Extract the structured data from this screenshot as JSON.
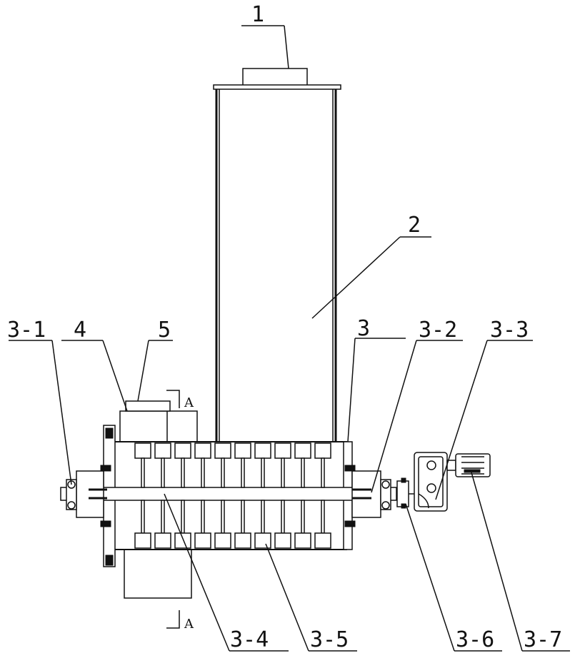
{
  "labels": {
    "l1": "1",
    "l2": "2",
    "l3": "3",
    "l3_1": "3-1",
    "l3_2": "3-2",
    "l3_3": "3-3",
    "l3_4": "3-4",
    "l3_5": "3-5",
    "l3_6": "3-6",
    "l3_7": "3-7",
    "l4": "4",
    "l5": "5",
    "section_top": "A",
    "section_bottom": "A"
  }
}
